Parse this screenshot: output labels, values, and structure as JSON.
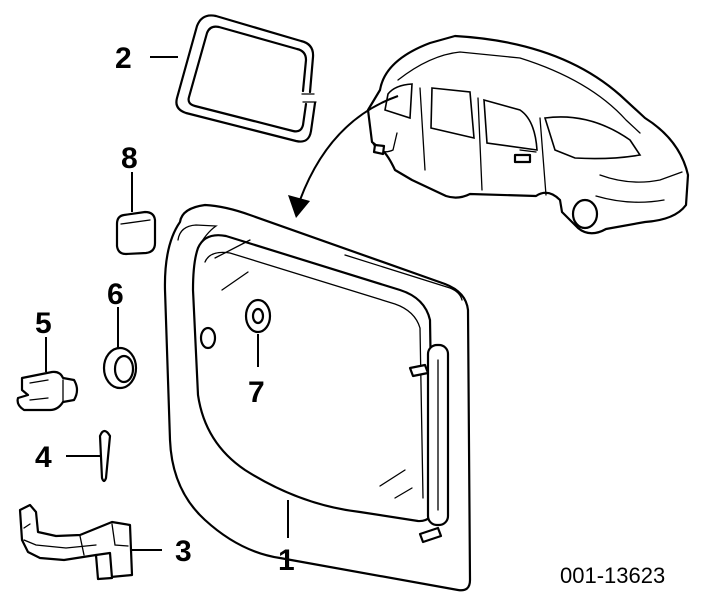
{
  "callouts": {
    "c1": "1",
    "c2": "2",
    "c3": "3",
    "c4": "4",
    "c5": "5",
    "c6": "6",
    "c7": "7",
    "c8": "8"
  },
  "drawing_number": "001-13623"
}
